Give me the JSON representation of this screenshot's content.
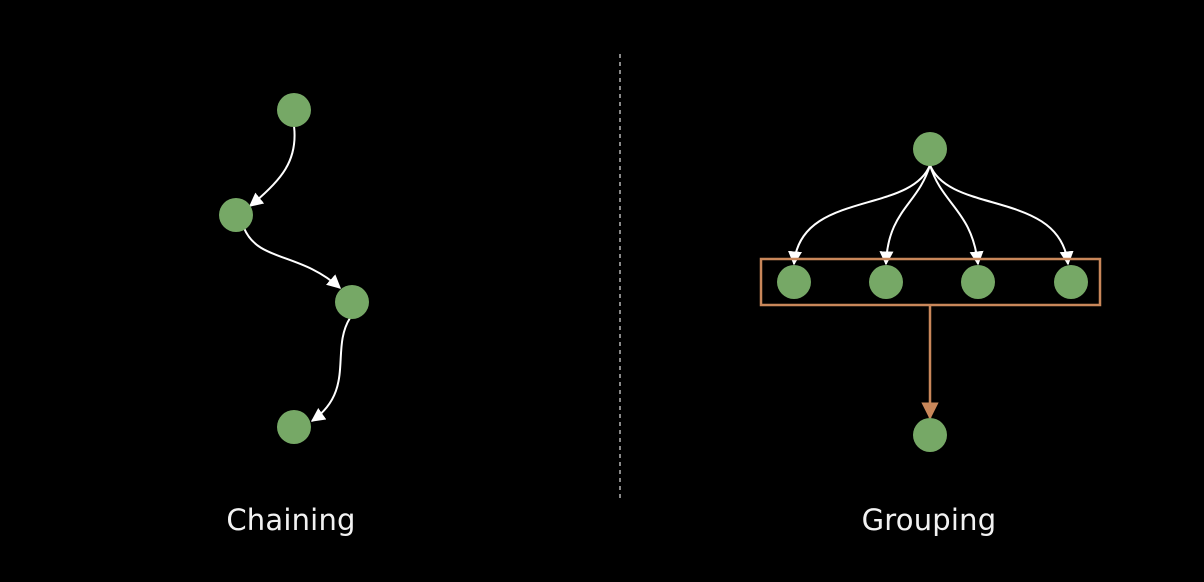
{
  "colors": {
    "background": "#000000",
    "node": "#76a866",
    "arrow": "#ffffff",
    "group_box": "#c9875a",
    "divider": "#888888"
  },
  "panels": [
    {
      "id": "chaining",
      "caption": "Chaining"
    },
    {
      "id": "grouping",
      "caption": "Grouping"
    }
  ]
}
